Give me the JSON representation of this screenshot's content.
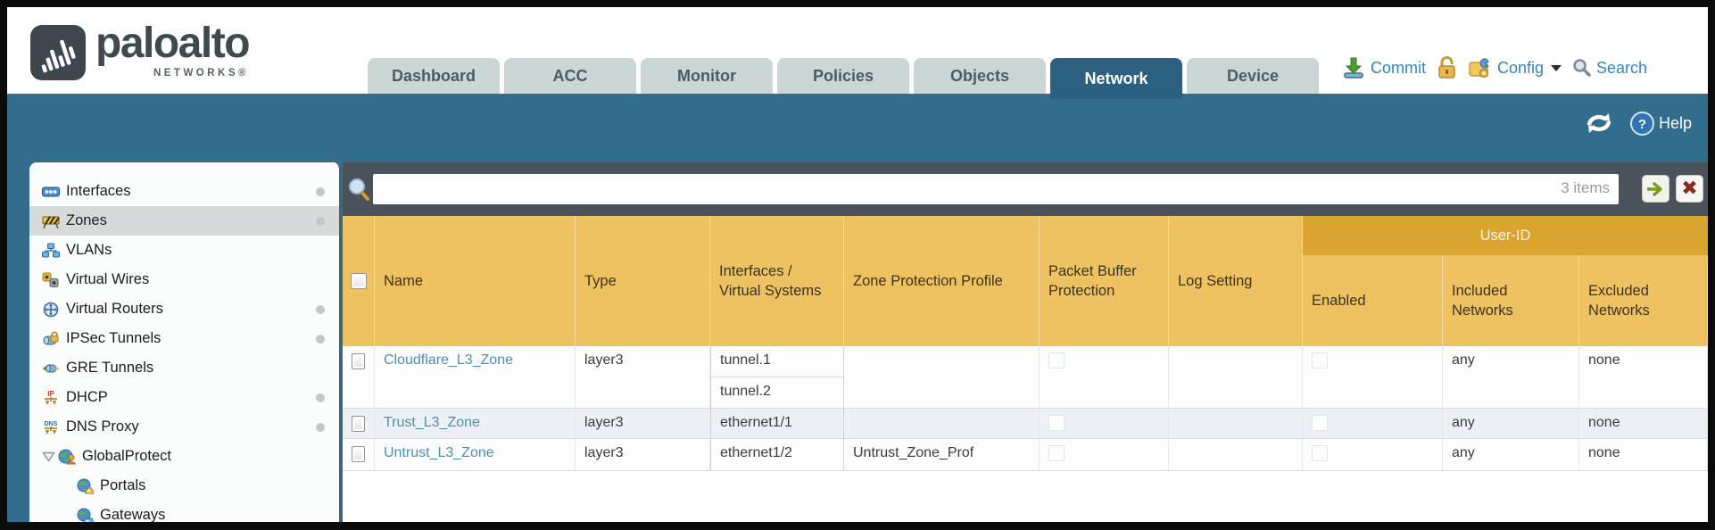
{
  "brand": {
    "name": "paloalto",
    "networks": "NETWORKS®"
  },
  "tabs": [
    {
      "label": "Dashboard"
    },
    {
      "label": "ACC"
    },
    {
      "label": "Monitor"
    },
    {
      "label": "Policies"
    },
    {
      "label": "Objects"
    },
    {
      "label": "Network"
    },
    {
      "label": "Device"
    }
  ],
  "utility": {
    "commit": "Commit",
    "config": "Config",
    "search": "Search"
  },
  "banner": {
    "help": "Help"
  },
  "sidebar": {
    "items": [
      {
        "label": "Interfaces"
      },
      {
        "label": "Zones"
      },
      {
        "label": "VLANs"
      },
      {
        "label": "Virtual Wires"
      },
      {
        "label": "Virtual Routers"
      },
      {
        "label": "IPSec Tunnels"
      },
      {
        "label": "GRE Tunnels"
      },
      {
        "label": "DHCP"
      },
      {
        "label": "DNS Proxy"
      },
      {
        "label": "GlobalProtect"
      },
      {
        "label": "Portals"
      },
      {
        "label": "Gateways"
      }
    ]
  },
  "toolbar": {
    "items_count": "3 items",
    "search_value": ""
  },
  "table": {
    "group_header": "User-ID",
    "columns": {
      "name": "Name",
      "type": "Type",
      "interfaces": "Interfaces / Virtual Systems",
      "zpp": "Zone Protection Profile",
      "pbp": "Packet Buffer Protection",
      "log": "Log Setting",
      "enabled": "Enabled",
      "included": "Included Networks",
      "excluded": "Excluded Networks"
    },
    "rows": [
      {
        "name": "Cloudflare_L3_Zone",
        "type": "layer3",
        "interfaces": [
          "tunnel.1",
          "tunnel.2"
        ],
        "zpp": "",
        "log": "",
        "included": "any",
        "excluded": "none"
      },
      {
        "name": "Trust_L3_Zone",
        "type": "layer3",
        "interfaces": [
          "ethernet1/1"
        ],
        "zpp": "",
        "log": "",
        "included": "any",
        "excluded": "none"
      },
      {
        "name": "Untrust_L3_Zone",
        "type": "layer3",
        "interfaces": [
          "ethernet1/2"
        ],
        "zpp": "Untrust_Zone_Prof",
        "log": "",
        "included": "any",
        "excluded": "none"
      }
    ]
  },
  "colors": {
    "teal": "#336d8d",
    "tab_active": "#2c6080",
    "header_orange": "#eec161",
    "group_orange": "#d9a52f",
    "link_blue": "#4a8fb5"
  }
}
